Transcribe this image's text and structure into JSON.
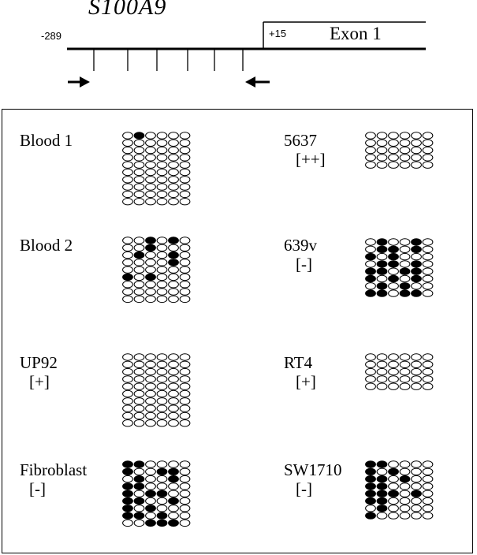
{
  "header": {
    "gene": "S100A9",
    "left_position": "-289",
    "tss_position": "+15",
    "exon_label": "Exon 1"
  },
  "cpg_sites": 6,
  "samples": [
    {
      "name": "Blood 1",
      "status": "",
      "rows": [
        [
          0,
          1,
          0,
          0,
          0,
          0
        ],
        [
          0,
          0,
          0,
          0,
          0,
          0
        ],
        [
          0,
          0,
          0,
          0,
          0,
          0
        ],
        [
          0,
          0,
          0,
          0,
          0,
          0
        ],
        [
          0,
          0,
          0,
          0,
          0,
          0
        ],
        [
          0,
          0,
          0,
          0,
          0,
          0
        ],
        [
          0,
          0,
          0,
          0,
          0,
          0
        ],
        [
          0,
          0,
          0,
          0,
          0,
          0
        ],
        [
          0,
          0,
          0,
          0,
          0,
          0
        ],
        [
          0,
          0,
          0,
          0,
          0,
          0
        ]
      ]
    },
    {
      "name": "5637",
      "status": "[++]",
      "rows": [
        [
          0,
          0,
          0,
          0,
          0,
          0
        ],
        [
          0,
          0,
          0,
          0,
          0,
          0
        ],
        [
          0,
          0,
          0,
          0,
          0,
          0
        ],
        [
          0,
          0,
          0,
          0,
          0,
          0
        ],
        [
          0,
          0,
          0,
          0,
          0,
          0
        ]
      ]
    },
    {
      "name": "Blood 2",
      "status": "",
      "rows": [
        [
          0,
          0,
          1,
          0,
          1,
          0
        ],
        [
          0,
          0,
          1,
          0,
          0,
          0
        ],
        [
          0,
          1,
          0,
          0,
          1,
          0
        ],
        [
          0,
          0,
          0,
          0,
          1,
          0
        ],
        [
          0,
          0,
          0,
          0,
          0,
          0
        ],
        [
          1,
          0,
          1,
          0,
          0,
          0
        ],
        [
          0,
          0,
          0,
          0,
          0,
          0
        ],
        [
          0,
          0,
          0,
          0,
          0,
          0
        ],
        [
          0,
          0,
          0,
          0,
          0,
          0
        ]
      ]
    },
    {
      "name": "639v",
      "status": "[-]",
      "rows": [
        [
          0,
          1,
          0,
          0,
          1,
          0
        ],
        [
          0,
          1,
          1,
          0,
          1,
          0
        ],
        [
          1,
          0,
          1,
          0,
          0,
          0
        ],
        [
          0,
          1,
          1,
          0,
          1,
          0
        ],
        [
          1,
          1,
          0,
          1,
          1,
          0
        ],
        [
          1,
          0,
          1,
          0,
          1,
          0
        ],
        [
          0,
          1,
          0,
          1,
          0,
          0
        ],
        [
          1,
          1,
          0,
          1,
          1,
          0
        ]
      ]
    },
    {
      "name": "UP92",
      "status": "[+]",
      "rows": [
        [
          0,
          0,
          0,
          0,
          0,
          0
        ],
        [
          0,
          0,
          0,
          0,
          0,
          0
        ],
        [
          0,
          0,
          0,
          0,
          0,
          0
        ],
        [
          0,
          0,
          0,
          0,
          0,
          0
        ],
        [
          0,
          0,
          0,
          0,
          0,
          0
        ],
        [
          0,
          0,
          0,
          0,
          0,
          0
        ],
        [
          0,
          0,
          0,
          0,
          0,
          0
        ],
        [
          0,
          0,
          0,
          0,
          0,
          0
        ],
        [
          0,
          0,
          0,
          0,
          0,
          0
        ],
        [
          0,
          0,
          0,
          0,
          0,
          0
        ]
      ]
    },
    {
      "name": "RT4",
      "status": "[+]",
      "rows": [
        [
          0,
          0,
          0,
          0,
          0,
          0
        ],
        [
          0,
          0,
          0,
          0,
          0,
          0
        ],
        [
          0,
          0,
          0,
          0,
          0,
          0
        ],
        [
          0,
          0,
          0,
          0,
          0,
          0
        ],
        [
          0,
          0,
          0,
          0,
          0,
          0
        ]
      ]
    },
    {
      "name": "Fibroblast",
      "status": "[-]",
      "rows": [
        [
          1,
          1,
          0,
          0,
          0,
          0
        ],
        [
          1,
          0,
          0,
          1,
          1,
          0
        ],
        [
          0,
          1,
          0,
          0,
          1,
          0
        ],
        [
          1,
          1,
          0,
          0,
          0,
          0
        ],
        [
          1,
          0,
          1,
          1,
          0,
          0
        ],
        [
          1,
          1,
          0,
          0,
          1,
          0
        ],
        [
          1,
          0,
          1,
          0,
          0,
          0
        ],
        [
          1,
          1,
          0,
          1,
          0,
          0
        ],
        [
          0,
          0,
          1,
          1,
          1,
          0
        ]
      ]
    },
    {
      "name": "SW1710",
      "status": "[-]",
      "rows": [
        [
          1,
          1,
          0,
          0,
          0,
          0
        ],
        [
          1,
          0,
          1,
          0,
          0,
          0
        ],
        [
          1,
          1,
          0,
          1,
          0,
          0
        ],
        [
          1,
          1,
          0,
          0,
          0,
          0
        ],
        [
          1,
          1,
          1,
          0,
          1,
          0
        ],
        [
          1,
          1,
          0,
          0,
          0,
          0
        ],
        [
          0,
          1,
          0,
          0,
          0,
          0
        ],
        [
          1,
          0,
          0,
          0,
          0,
          0
        ]
      ]
    }
  ]
}
